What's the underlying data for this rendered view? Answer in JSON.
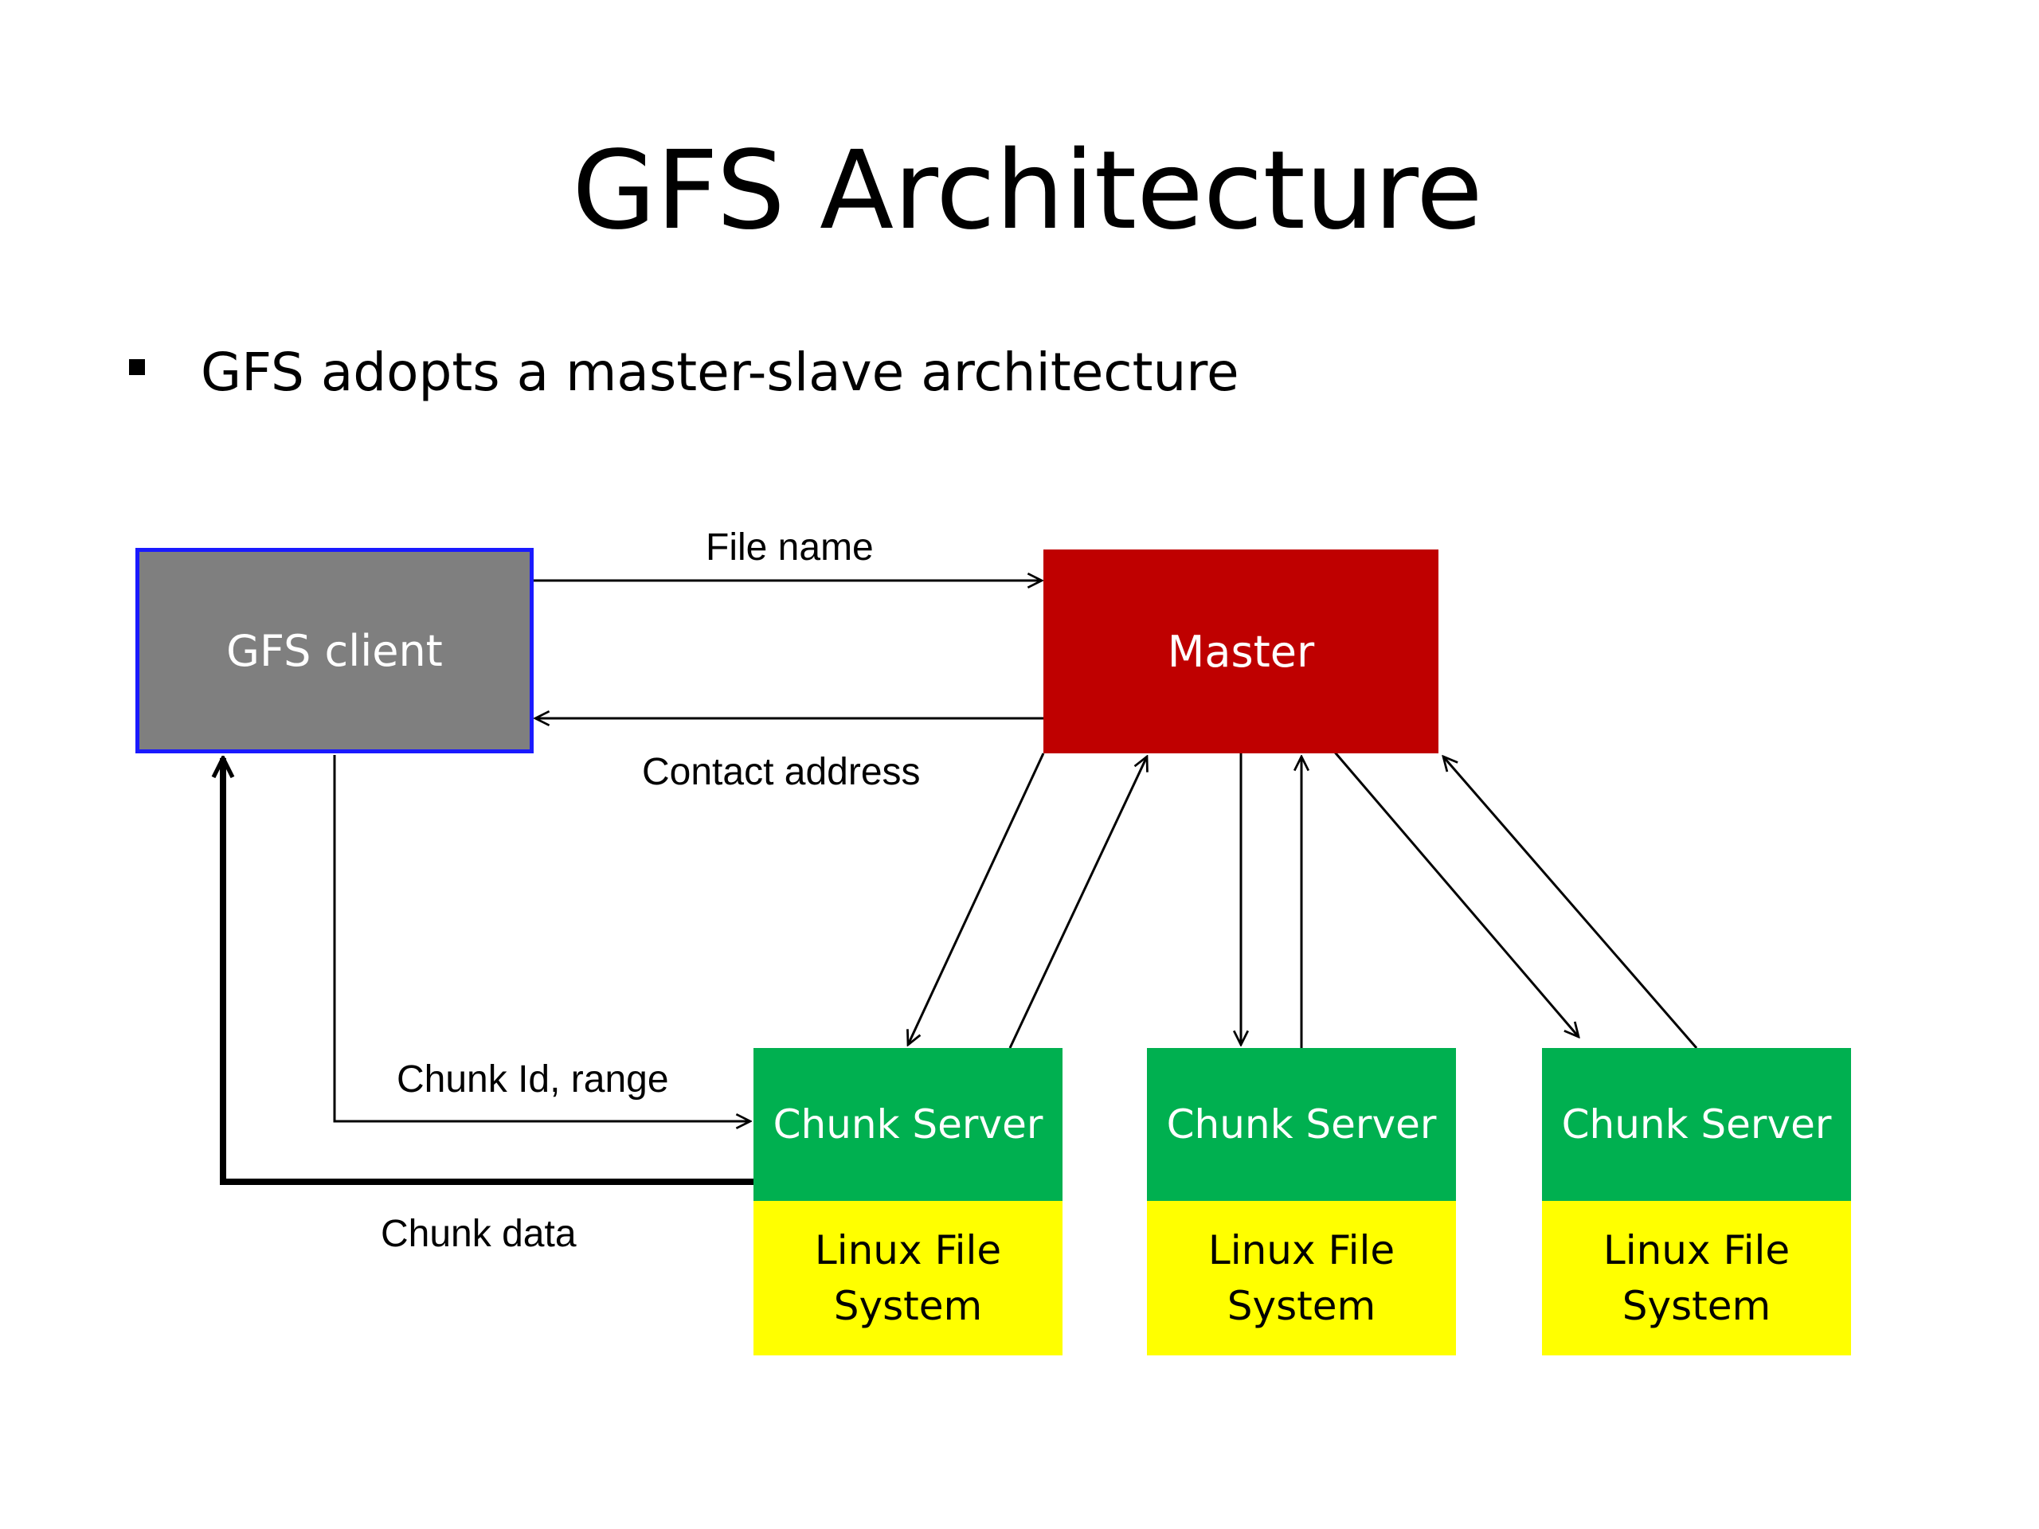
{
  "title": "GFS Architecture",
  "bullets": [
    "GFS adopts a master-slave architecture"
  ],
  "nodes": {
    "client": "GFS client",
    "master": "Master",
    "chunk_servers": [
      {
        "label": "Chunk Server",
        "fs_label": "Linux File\nSystem"
      },
      {
        "label": "Chunk Server",
        "fs_label": "Linux File\nSystem"
      },
      {
        "label": "Chunk Server",
        "fs_label": "Linux File\nSystem"
      }
    ]
  },
  "edges": {
    "file_name": "File name",
    "contact_address": "Contact address",
    "chunk_id_range": "Chunk Id, range",
    "chunk_data": "Chunk data"
  },
  "colors": {
    "client_fill": "#7f7f7f",
    "client_border": "#1a1aff",
    "master_fill": "#bf0000",
    "chunk_server_fill": "#00b050",
    "linux_fs_fill": "#ffff00"
  }
}
